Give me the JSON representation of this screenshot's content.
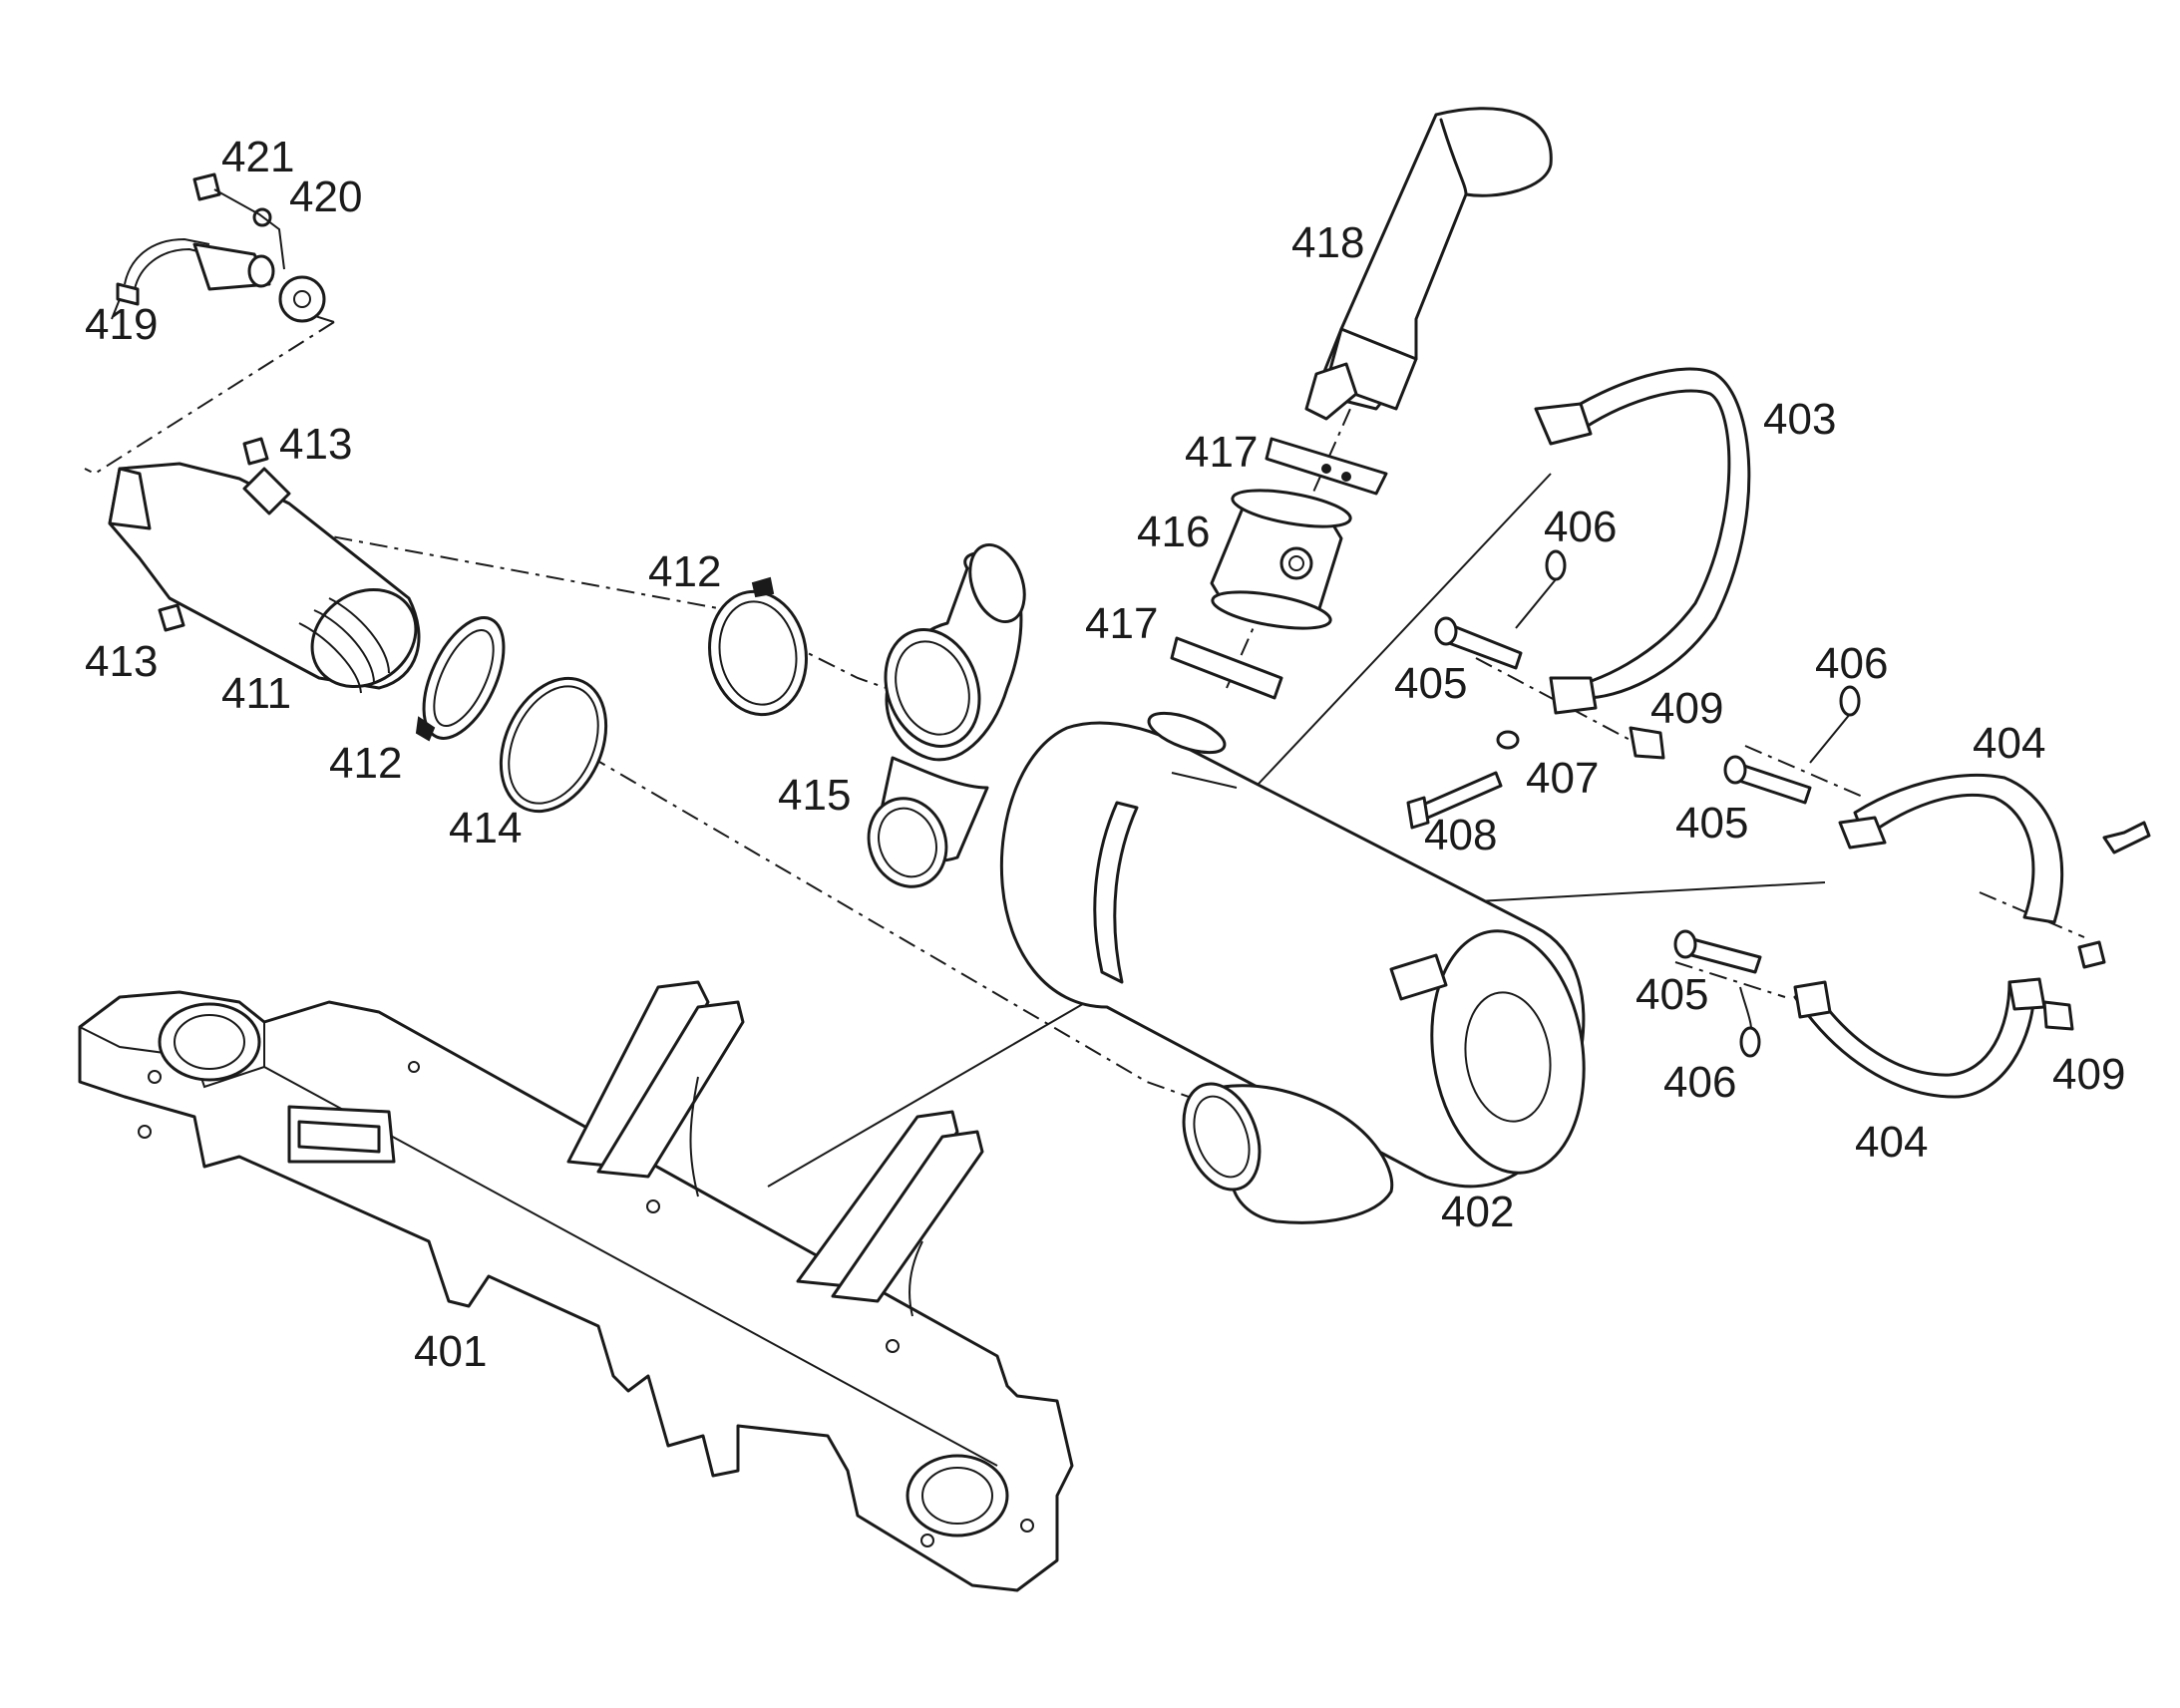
{
  "callouts": {
    "c401": "401",
    "c402": "402",
    "c403": "403",
    "c404a": "404",
    "c404b": "404",
    "c405a": "405",
    "c405b": "405",
    "c405c": "405",
    "c406a": "406",
    "c406b": "406",
    "c406c": "406",
    "c407": "407",
    "c408": "408",
    "c409a": "409",
    "c409b": "409",
    "c411": "411",
    "c412a": "412",
    "c412b": "412",
    "c413a": "413",
    "c413b": "413",
    "c414": "414",
    "c415": "415",
    "c416": "416",
    "c417a": "417",
    "c417b": "417",
    "c418": "418",
    "c419": "419",
    "c420": "420",
    "c421": "421"
  }
}
